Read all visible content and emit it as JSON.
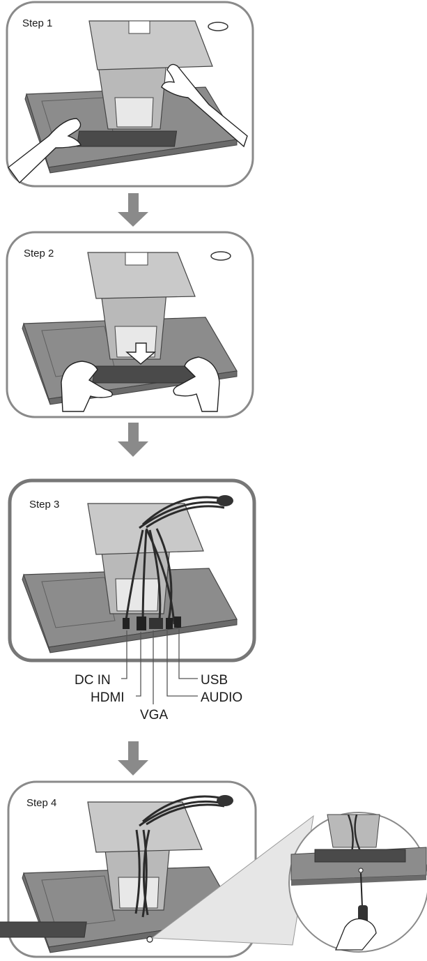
{
  "steps": [
    {
      "label": "Step 1"
    },
    {
      "label": "Step 2"
    },
    {
      "label": "Step 3"
    },
    {
      "label": "Step 4"
    }
  ],
  "ports": {
    "dc_in": "DC IN",
    "hdmi": "HDMI",
    "vga": "VGA",
    "usb": "USB",
    "audio": "AUDIO"
  },
  "colors": {
    "panel_border": "#8a8a8a",
    "monitor_body": "#8c8c8c",
    "monitor_dark": "#5e5e5e",
    "stand": "#b9b9b9",
    "arrow": "#8a8a8a",
    "cable": "#2b2b2b"
  }
}
